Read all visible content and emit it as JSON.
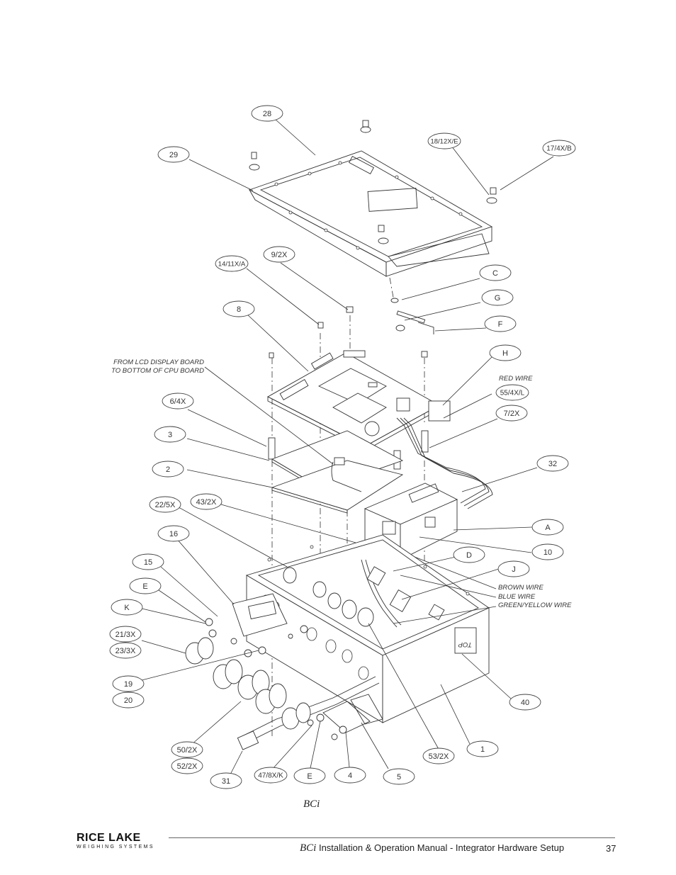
{
  "callouts": [
    {
      "id": "28",
      "label": "28"
    },
    {
      "id": "29",
      "label": "29"
    },
    {
      "id": "18-12x-e",
      "label": "18/12X/E"
    },
    {
      "id": "17-4x-b",
      "label": "17/4X/B"
    },
    {
      "id": "9-2x",
      "label": "9/2X"
    },
    {
      "id": "14-11x-a",
      "label": "14/11X/A"
    },
    {
      "id": "8",
      "label": "8"
    },
    {
      "id": "c",
      "label": "C"
    },
    {
      "id": "g",
      "label": "G"
    },
    {
      "id": "f",
      "label": "F"
    },
    {
      "id": "h",
      "label": "H"
    },
    {
      "id": "55-4x-l",
      "label": "55/4X/L"
    },
    {
      "id": "6-4x",
      "label": "6/4X"
    },
    {
      "id": "7-2x",
      "label": "7/2X"
    },
    {
      "id": "3",
      "label": "3"
    },
    {
      "id": "32",
      "label": "32"
    },
    {
      "id": "2",
      "label": "2"
    },
    {
      "id": "22-5x",
      "label": "22/5X"
    },
    {
      "id": "43-2x",
      "label": "43/2X"
    },
    {
      "id": "a",
      "label": "A"
    },
    {
      "id": "16",
      "label": "16"
    },
    {
      "id": "10",
      "label": "10"
    },
    {
      "id": "d",
      "label": "D"
    },
    {
      "id": "15",
      "label": "15"
    },
    {
      "id": "j",
      "label": "J"
    },
    {
      "id": "e1",
      "label": "E"
    },
    {
      "id": "k",
      "label": "K"
    },
    {
      "id": "21-3x",
      "label": "21/3X"
    },
    {
      "id": "23-3x",
      "label": "23/3X"
    },
    {
      "id": "19",
      "label": "19"
    },
    {
      "id": "20",
      "label": "20"
    },
    {
      "id": "40",
      "label": "40"
    },
    {
      "id": "1",
      "label": "1"
    },
    {
      "id": "50-2x",
      "label": "50/2X"
    },
    {
      "id": "52-2x",
      "label": "52/2X"
    },
    {
      "id": "53-2x",
      "label": "53/2X"
    },
    {
      "id": "31",
      "label": "31"
    },
    {
      "id": "47-8x-k",
      "label": "47/8X/K"
    },
    {
      "id": "e2",
      "label": "E"
    },
    {
      "id": "4",
      "label": "4"
    },
    {
      "id": "5",
      "label": "5"
    }
  ],
  "notes": {
    "lcd_line1": "FROM LCD DISPLAY BOARD",
    "lcd_line2": "TO BOTTOM OF CPU BOARD",
    "red_wire": "RED WIRE",
    "brown_wire": "BROWN WIRE",
    "blue_wire": "BLUE WIRE",
    "green_yellow_wire": "GREEN/YELLOW WIRE",
    "top_label": "TOP"
  },
  "caption": "BCi",
  "footer": {
    "logo_main": "RICE LAKE",
    "logo_sub": "WEIGHING SYSTEMS",
    "model": "BCi",
    "title": " Installation & Operation Manual - Integrator Hardware Setup",
    "page": "37"
  }
}
